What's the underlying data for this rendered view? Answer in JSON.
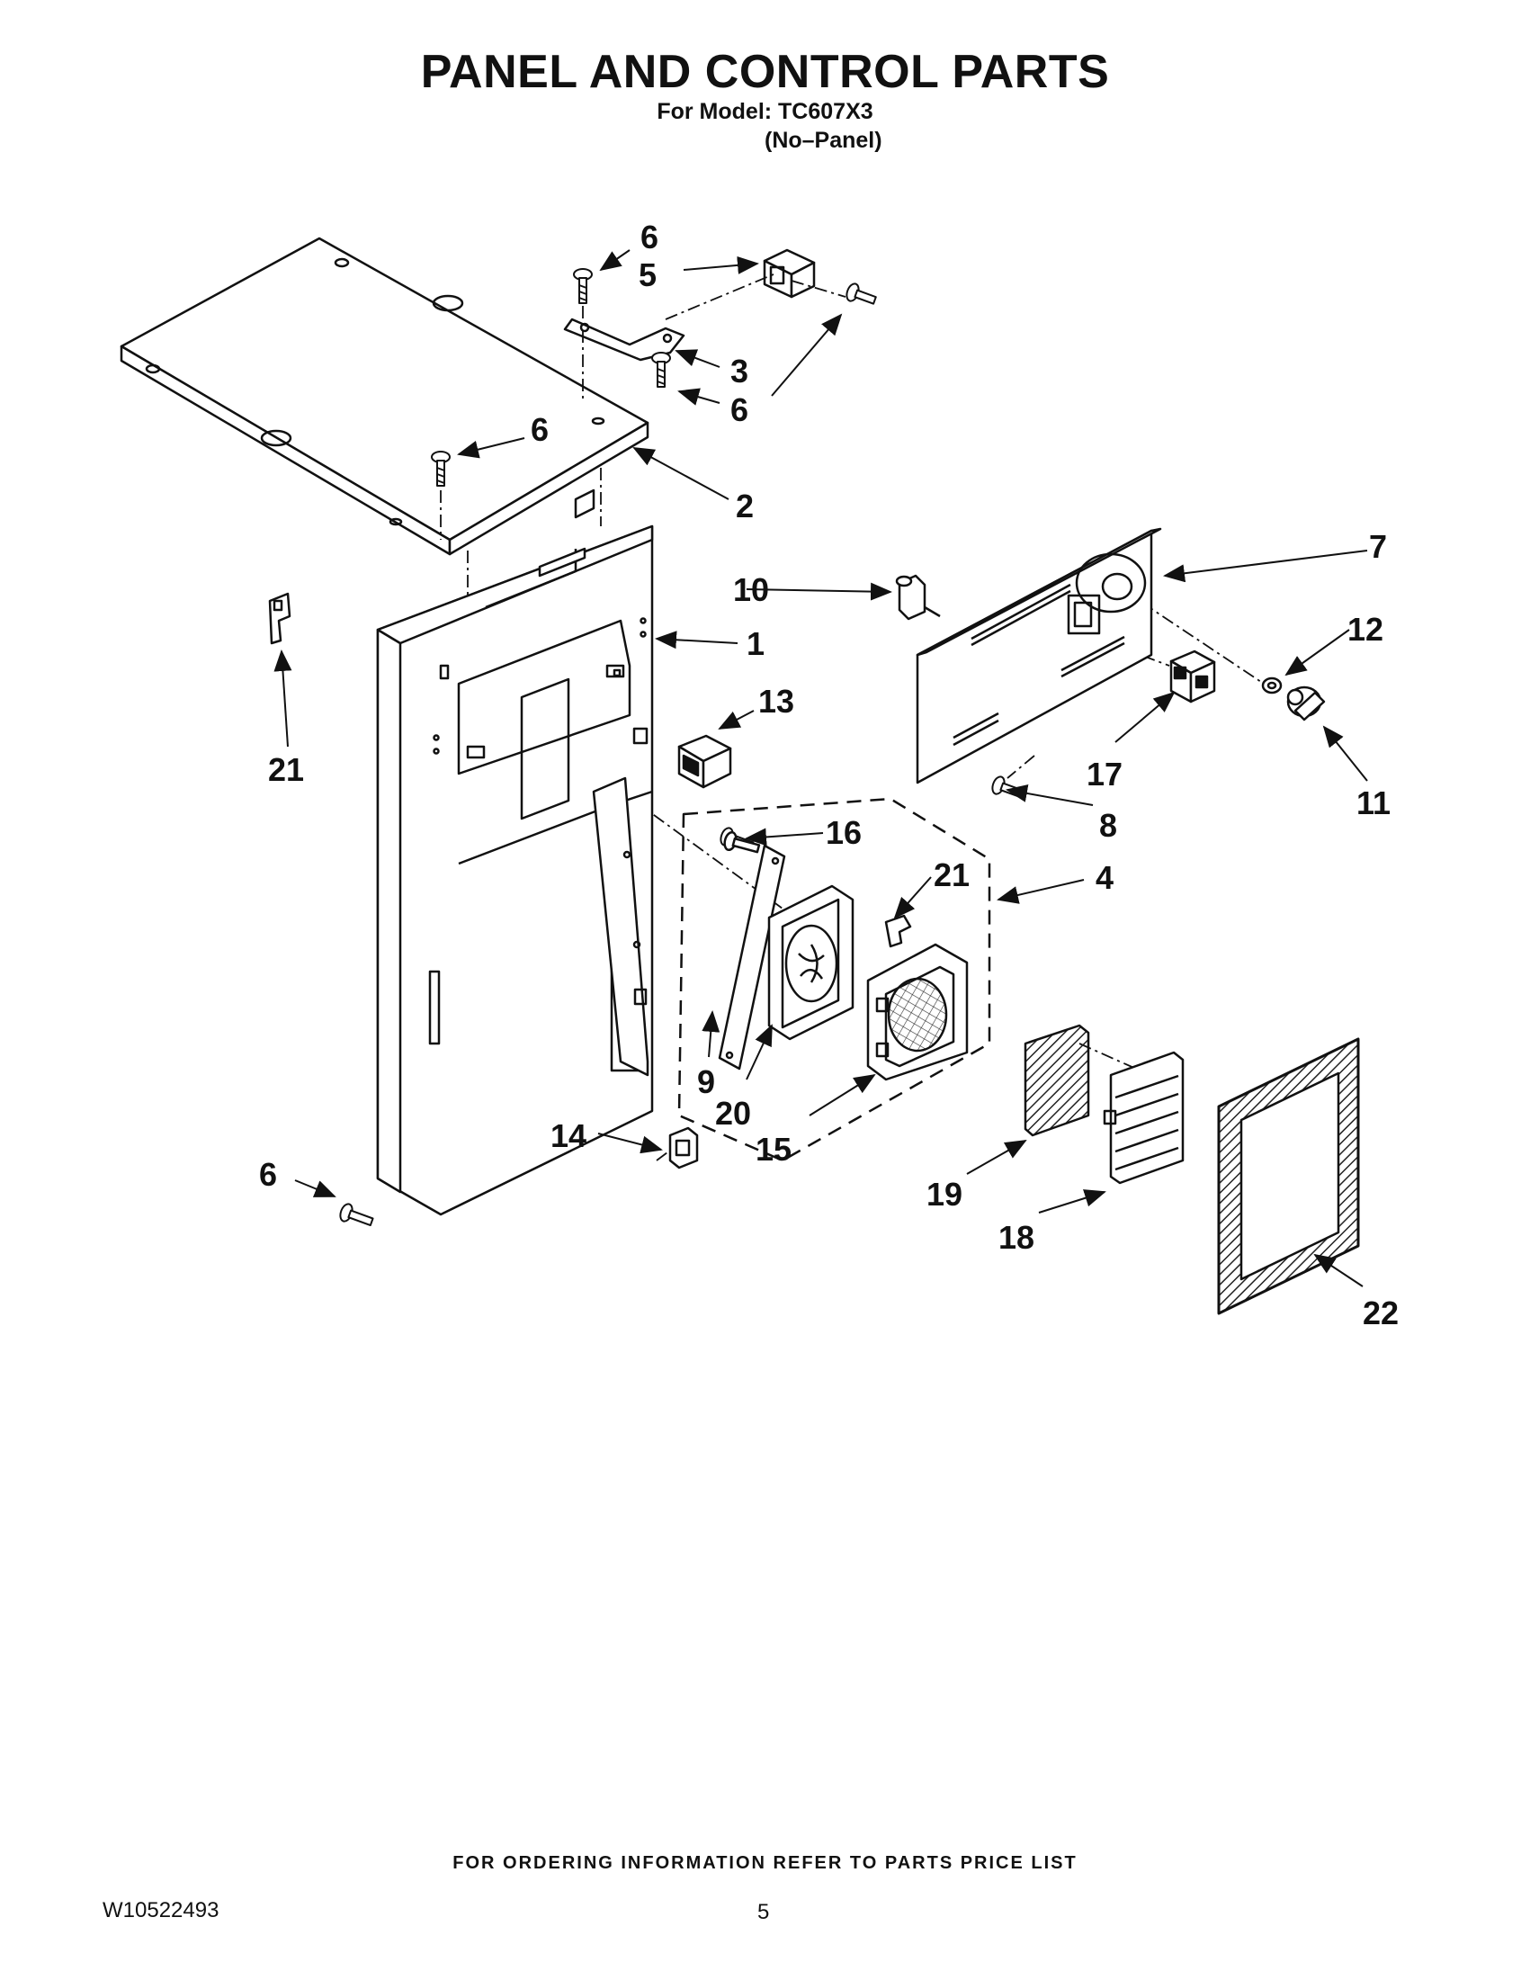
{
  "header": {
    "title": "PANEL AND CONTROL PARTS",
    "model_line": "For Model: TC607X3",
    "variant_line": "(No–Panel)"
  },
  "callouts": {
    "c1": "1",
    "c2": "2",
    "c3": "3",
    "c4": "4",
    "c5": "5",
    "c6a": "6",
    "c6b": "6",
    "c6c": "6",
    "c6d": "6",
    "c7": "7",
    "c8": "8",
    "c9": "9",
    "c10": "10",
    "c11": "11",
    "c12": "12",
    "c13": "13",
    "c14": "14",
    "c15": "15",
    "c16": "16",
    "c17": "17",
    "c18": "18",
    "c19": "19",
    "c20": "20",
    "c21a": "21",
    "c21b": "21",
    "c22": "22"
  },
  "footer": {
    "ordering_note": "FOR ORDERING INFORMATION REFER TO PARTS PRICE LIST",
    "doc_number": "W10522493",
    "page_number": "5"
  }
}
